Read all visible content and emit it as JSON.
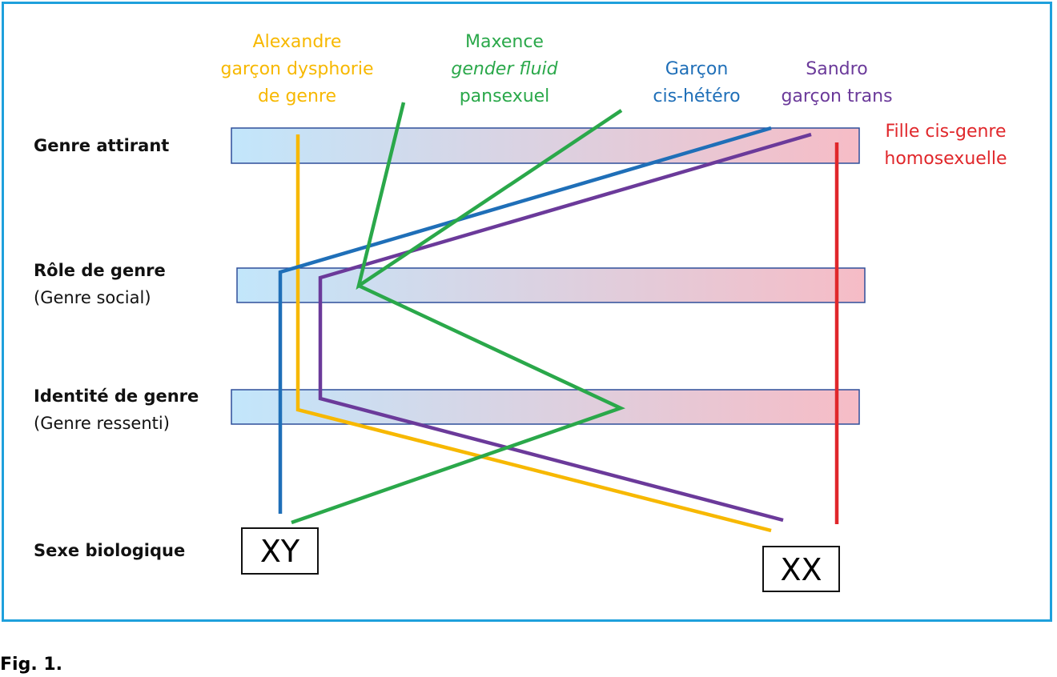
{
  "colors": {
    "frame": "#1ea0dc",
    "alexandre": "#f7b800",
    "maxence": "#2aa84a",
    "garcon": "#1f6fb8",
    "sandro": "#6b3a9a",
    "fille": "#e0272b",
    "bar_left": "#c2e6fb",
    "bar_right": "#f6bcc6"
  },
  "rows": [
    {
      "id": "attirant",
      "title": "Genre attirant",
      "subtitle": ""
    },
    {
      "id": "role",
      "title": "Rôle de genre",
      "subtitle": "(Genre social)"
    },
    {
      "id": "identite",
      "title": "Identité de genre",
      "subtitle": "(Genre ressenti)"
    },
    {
      "id": "sexe",
      "title": "Sexe biologique",
      "subtitle": ""
    }
  ],
  "persons": {
    "alexandre": {
      "line1": "Alexandre",
      "line2": "garçon dysphorie",
      "line3": "de genre"
    },
    "maxence": {
      "line1": "Maxence",
      "line2": "gender fluid",
      "line3": "pansexuel"
    },
    "garcon": {
      "line1": "Garçon",
      "line2": "cis-hétéro"
    },
    "sandro": {
      "line1": "Sandro",
      "line2": "garçon trans"
    },
    "fille": {
      "line1": "Fille cis-genre",
      "line2": "homosexuelle"
    }
  },
  "chromosomes": {
    "xy": "XY",
    "xx": "XX"
  },
  "caption": "Fig. 1."
}
